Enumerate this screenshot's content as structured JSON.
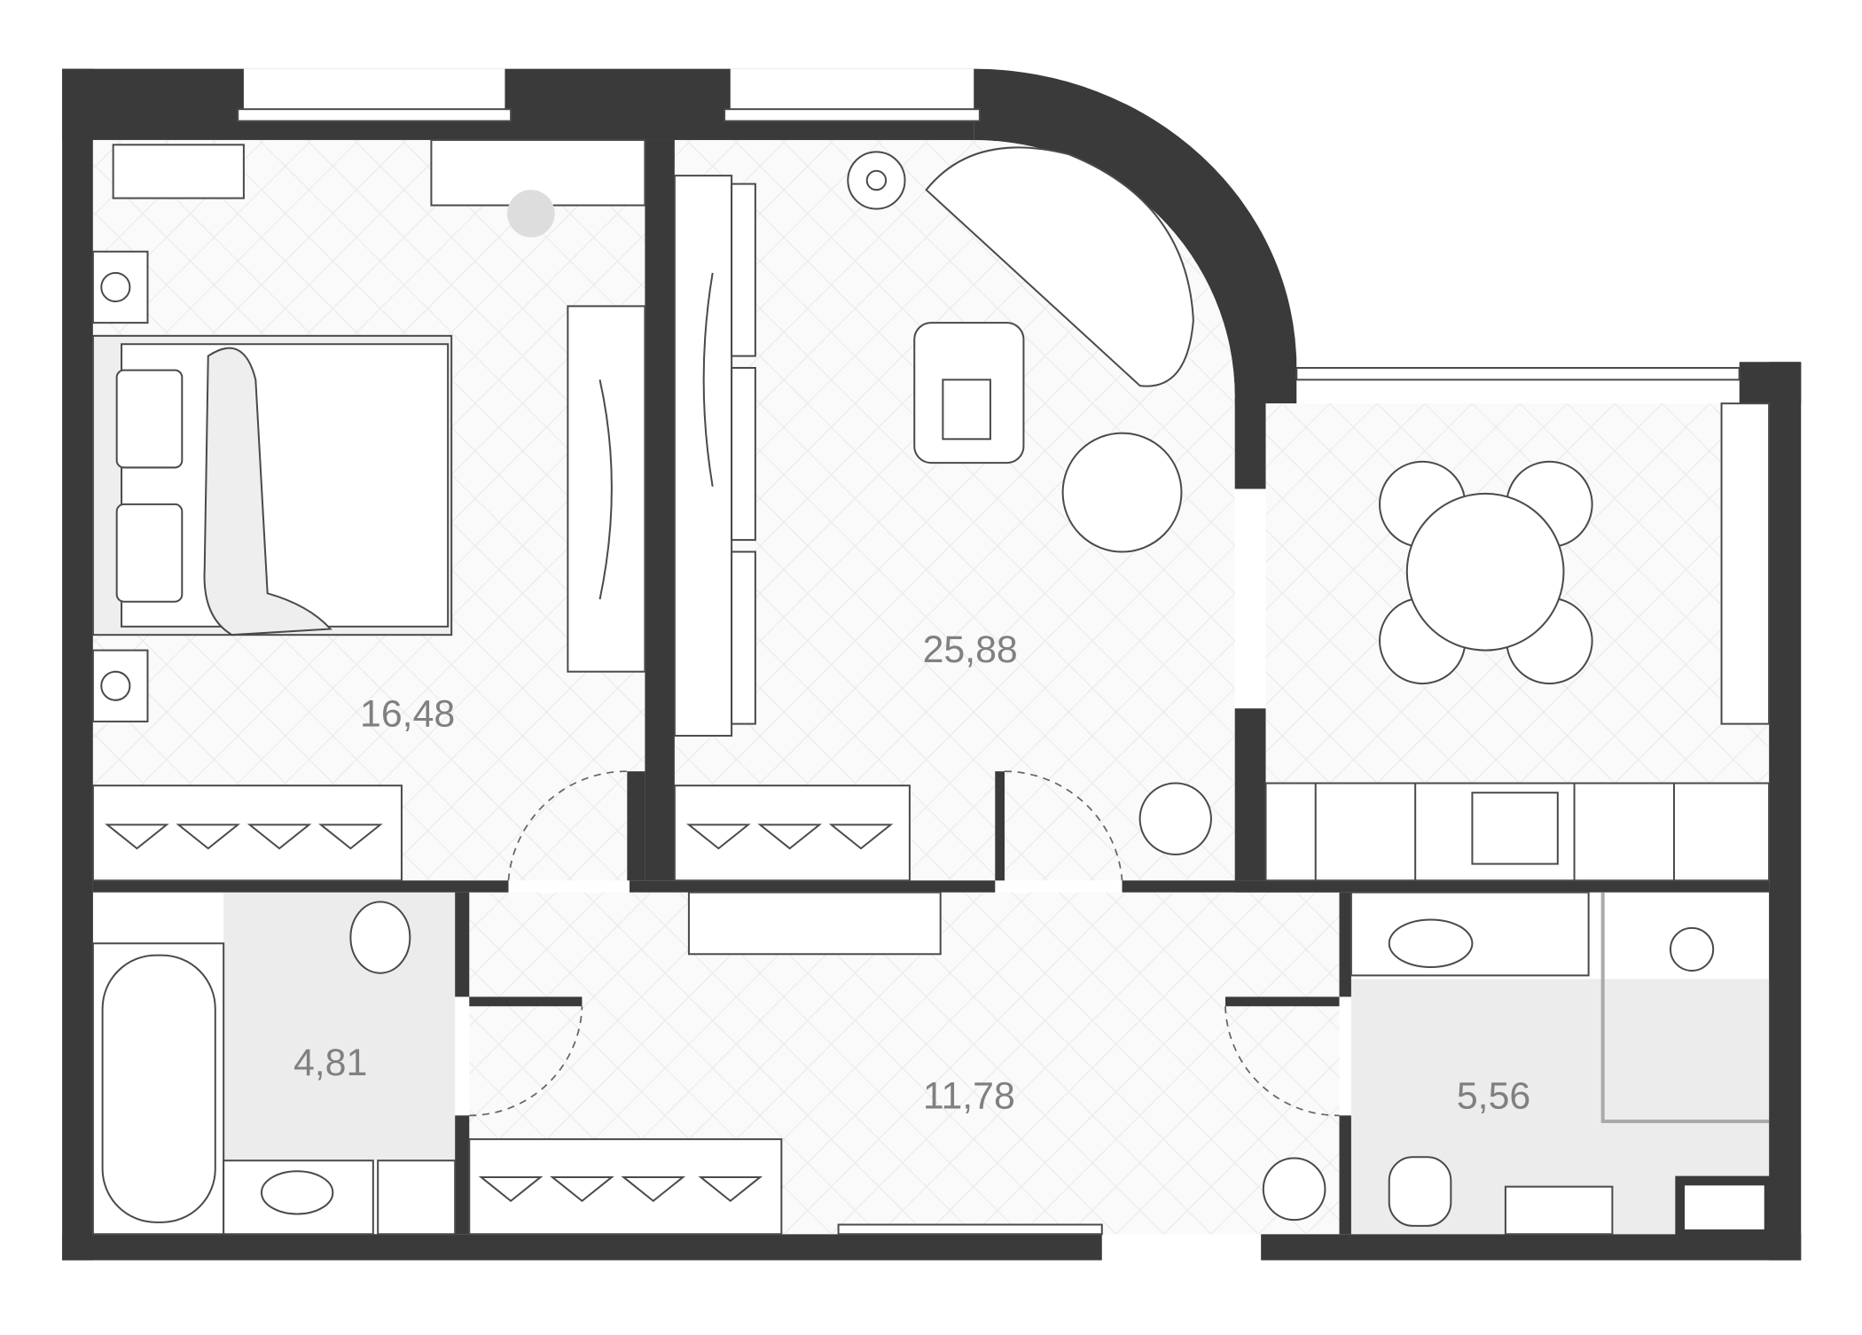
{
  "plan": {
    "rooms": [
      {
        "id": "bedroom",
        "area": "16,48"
      },
      {
        "id": "living-kitchen",
        "area": "25,88"
      },
      {
        "id": "bathroom-1",
        "area": "4,81"
      },
      {
        "id": "hallway",
        "area": "11,78"
      },
      {
        "id": "bathroom-2",
        "area": "5,56"
      }
    ],
    "colors": {
      "wall": "#3a3a3a",
      "floor": "#fafafa",
      "wet_floor": "#ececec",
      "label": "#808080"
    }
  }
}
